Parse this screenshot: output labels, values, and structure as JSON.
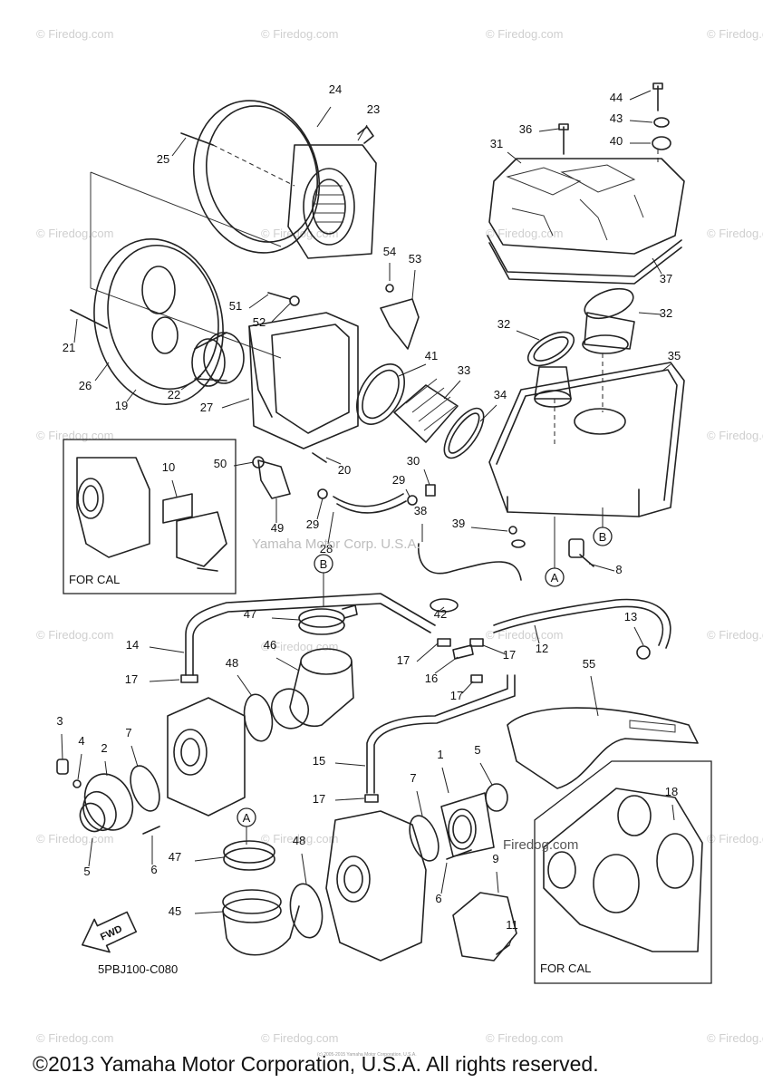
{
  "watermark": "© Firedog.com",
  "center_watermark": "Yamaha Motor Corp. U.S.A.",
  "firedog_inline": "Firedog.com",
  "inset_label": "FOR CAL",
  "ref_labels": [
    "A",
    "B"
  ],
  "fwd_label": "FWD",
  "diagram_code": "5PBJ100-C080",
  "copyright": "©2013 Yamaha Motor Corporation, U.S.A. All rights reserved.",
  "tiny_notice": "(c) 2005-2015 Yamaha Motor Corporation, U.S.A.",
  "part_numbers": [
    "1",
    "2",
    "3",
    "4",
    "5",
    "6",
    "7",
    "8",
    "9",
    "10",
    "11",
    "12",
    "13",
    "14",
    "15",
    "16",
    "17",
    "18",
    "19",
    "20",
    "21",
    "22",
    "23",
    "24",
    "25",
    "26",
    "27",
    "28",
    "29",
    "30",
    "31",
    "32",
    "33",
    "34",
    "35",
    "36",
    "37",
    "38",
    "39",
    "40",
    "41",
    "42",
    "43",
    "44",
    "45",
    "46",
    "47",
    "48",
    "49",
    "50",
    "51",
    "52",
    "53",
    "54",
    "55"
  ]
}
